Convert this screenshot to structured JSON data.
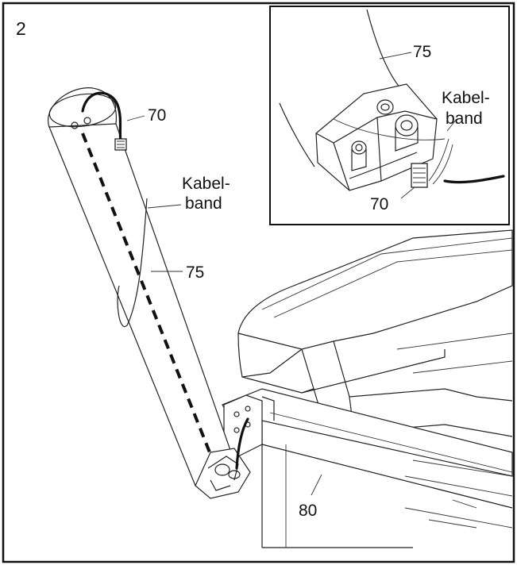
{
  "figure": {
    "step_number": "2",
    "labels": {
      "cable_main": "70",
      "upright_main": "75",
      "cable_tie_main_line1": "Kabel-",
      "cable_tie_main_line2": "band",
      "base_frame": "80",
      "inset_upright": "75",
      "inset_cable_tie_line1": "Kabel-",
      "inset_cable_tie_line2": "band",
      "inset_cable": "70"
    }
  }
}
